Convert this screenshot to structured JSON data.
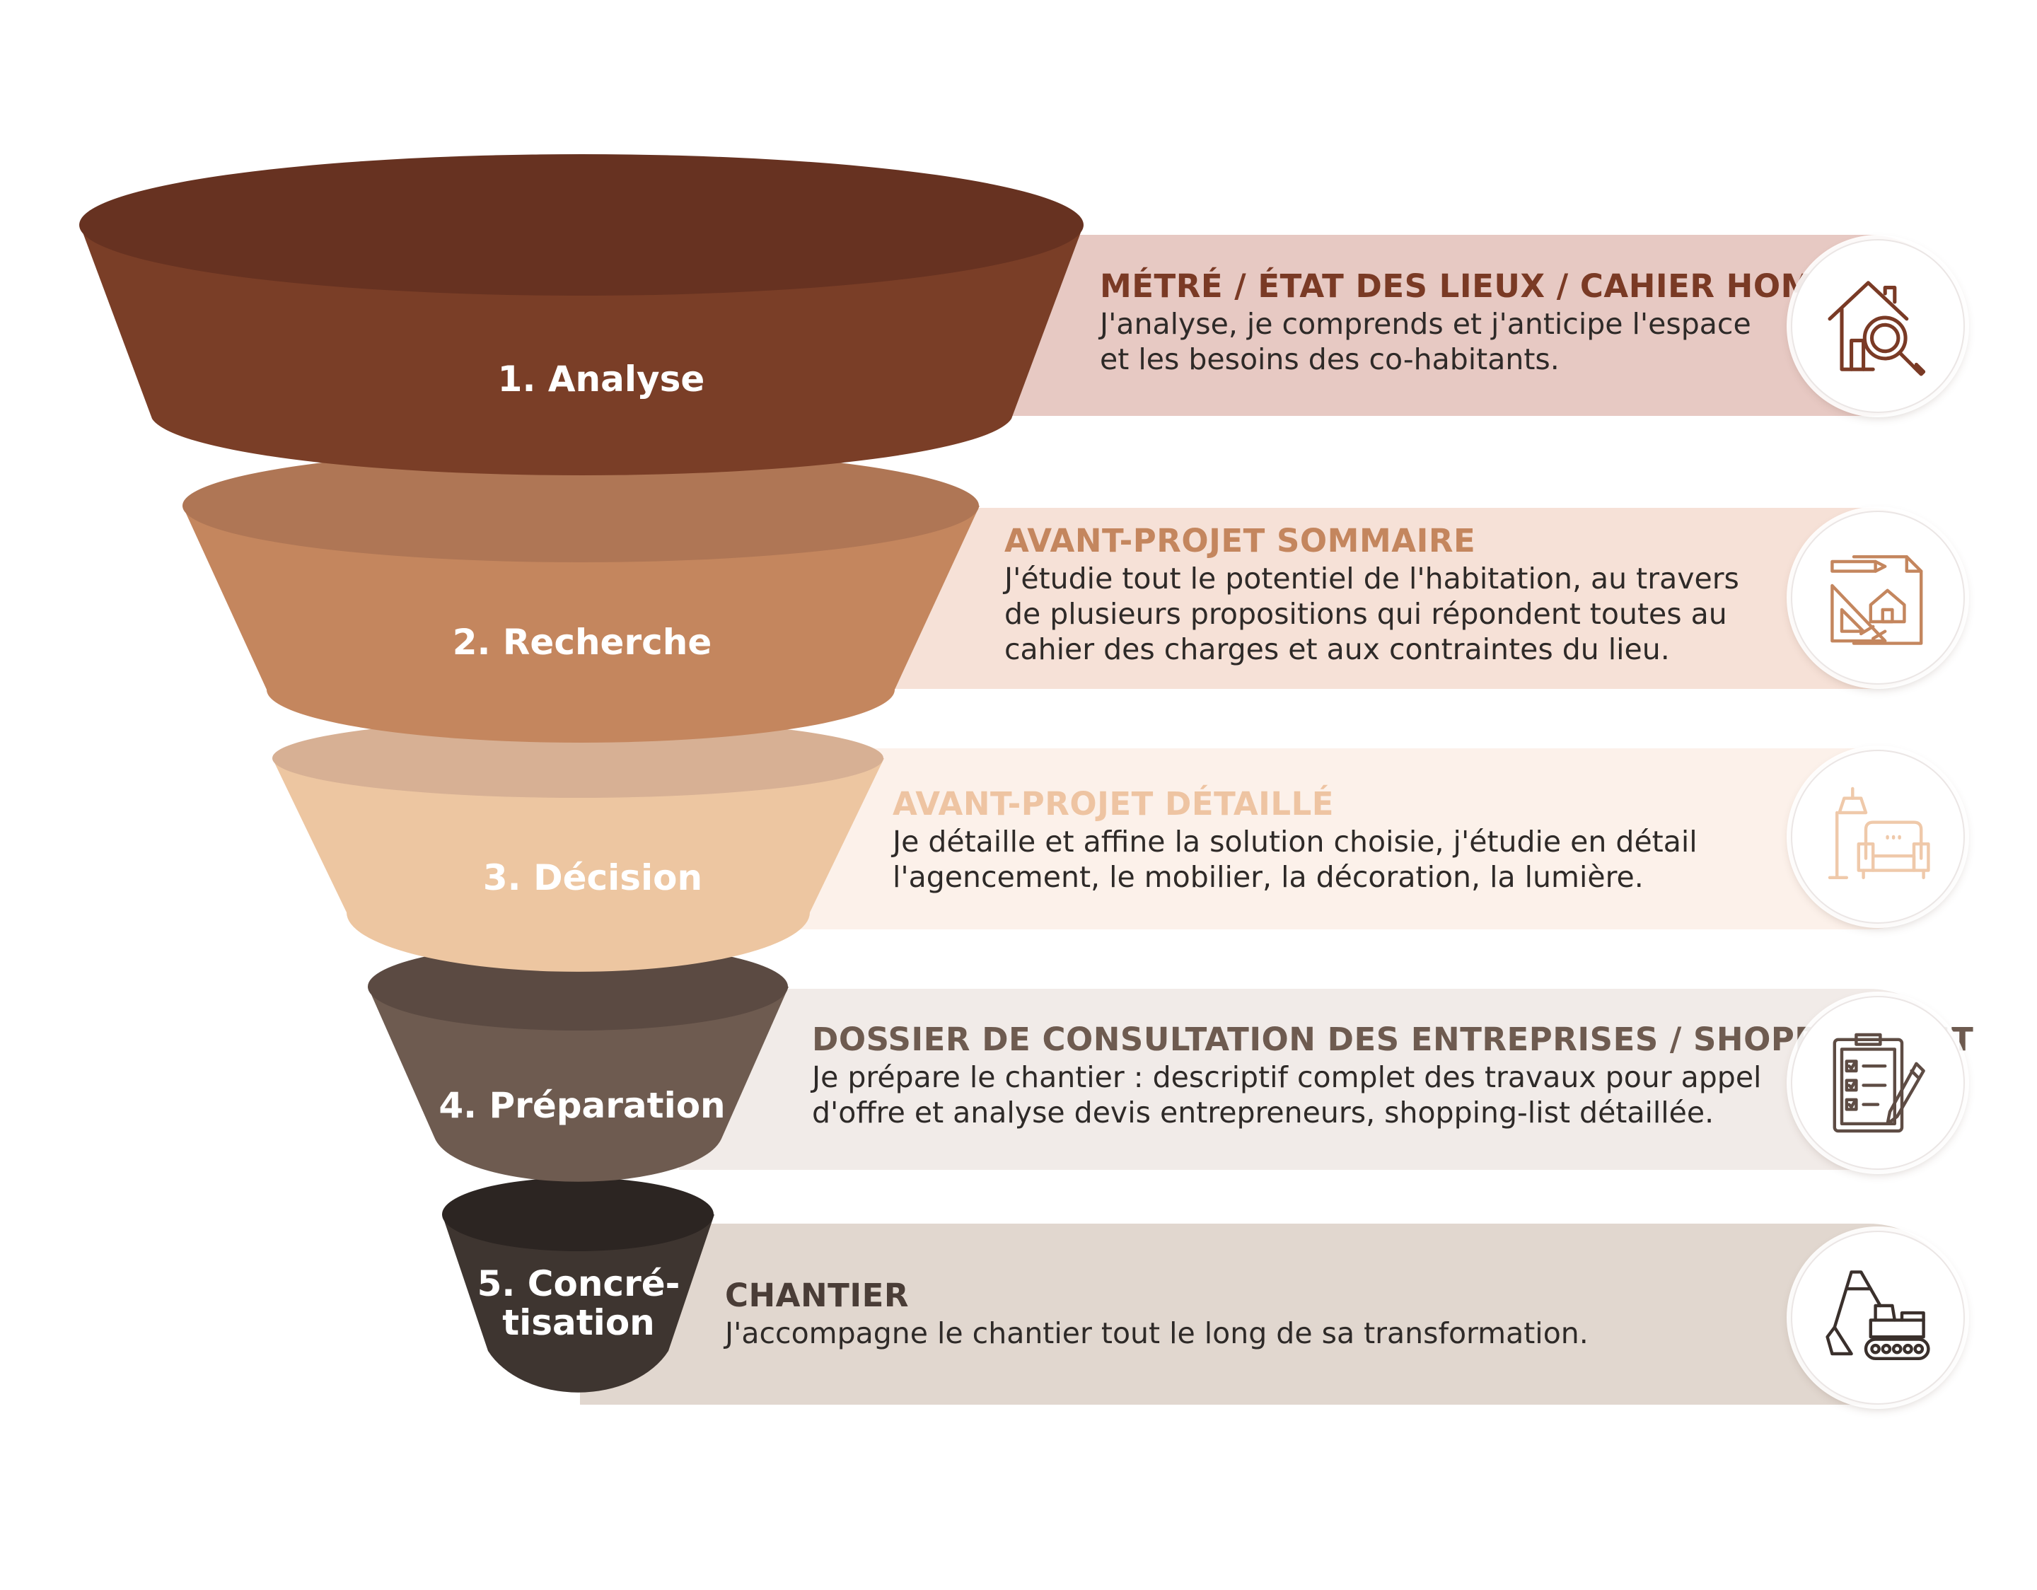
{
  "colors": {
    "analyse": "#7a3e27",
    "analyse_top": "#673221",
    "recherche": "#c4865e",
    "recherche_top": "#af7655",
    "decision": "#edc6a1",
    "decision_top": "#d7b094",
    "preparation": "#6e5b50",
    "preparation_top": "#5b4a42",
    "concretisation": "#3e3530",
    "concretisation_top": "#2c2522"
  },
  "stages": [
    {
      "label": "1. Analyse",
      "title": "MÉTRÉ / ÉTAT DES LIEUX / CAHIER HOME",
      "description_lines": [
        "J'analyse, je comprends et j'anticipe l'espace",
        "et les besoins des co-habitants."
      ],
      "icon": "house-search-icon",
      "title_color": "#7a3a25",
      "band_color": "#e7c9c3",
      "icon_color": "#7a3a25"
    },
    {
      "label": "2. Recherche",
      "title": "AVANT-PROJET SOMMAIRE",
      "description_lines": [
        "J'étudie tout le potentiel de l'habitation, au travers",
        "de plusieurs propositions qui répondent toutes au",
        "cahier des charges et aux contraintes du lieu."
      ],
      "icon": "blueprint-icon",
      "title_color": "#c4865e",
      "band_color": "#f6e1d7",
      "icon_color": "#c4865e"
    },
    {
      "label": "3. Décision",
      "title": "AVANT-PROJET DÉTAILLÉ",
      "description_lines": [
        "Je détaille et affine la solution choisie, j'étudie en détail",
        "l'agencement, le mobilier, la décoration, la lumière."
      ],
      "icon": "armchair-lamp-icon",
      "title_color": "#eec4a2",
      "band_color": "#fcf1ea",
      "icon_color": "#efc9aa"
    },
    {
      "label": "4. Préparation",
      "title": "DOSSIER DE CONSULTATION DES ENTREPRISES / SHOPPING LIST",
      "description_lines": [
        "Je prépare le chantier : descriptif complet des travaux pour appel",
        "d'offre et analyse devis entrepreneurs, shopping-list détaillée."
      ],
      "icon": "checklist-icon",
      "title_color": "#6e5b50",
      "band_color": "#f1ebe8",
      "icon_color": "#5e4c44"
    },
    {
      "label_lines": [
        "5. Concré-",
        "tisation"
      ],
      "title": "CHANTIER",
      "description_lines": [
        "J'accompagne le chantier tout le long de sa transformation."
      ],
      "icon": "excavator-icon",
      "title_color": "#4a3d37",
      "band_color": "#e1d7cf",
      "icon_color": "#3a302c"
    }
  ]
}
